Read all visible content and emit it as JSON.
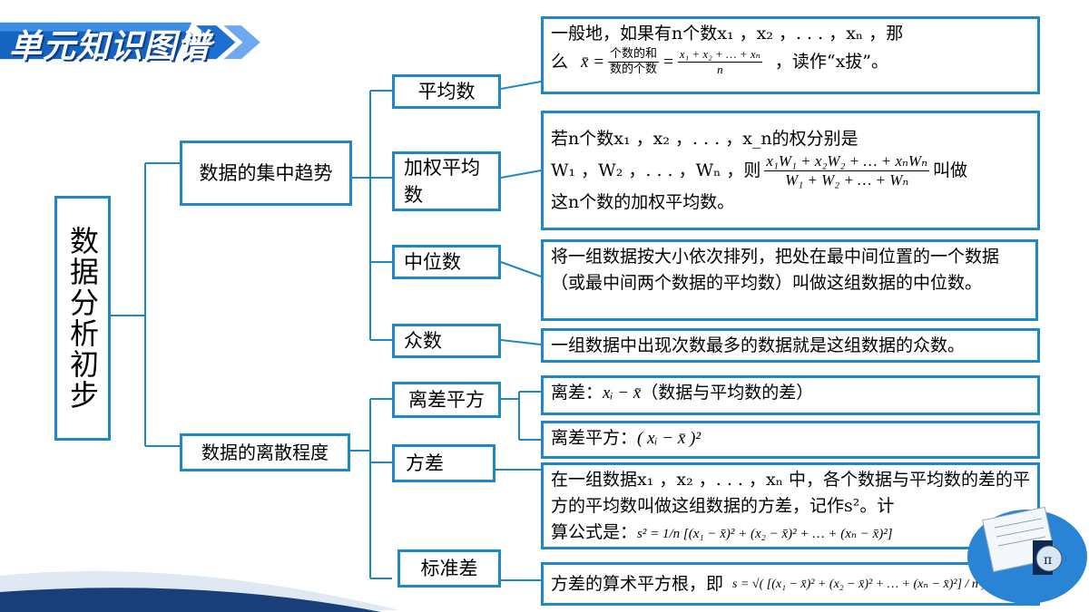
{
  "header": {
    "title": "单元知识图谱",
    "accent": "#1f87c9",
    "banner_color": "#1565c0"
  },
  "root": {
    "label": "数据分析初步"
  },
  "groups": [
    {
      "label": "数据的集中趋势"
    },
    {
      "label": "数据的离散程度"
    }
  ],
  "topics": {
    "mean": "平均数",
    "weighted": "加权平均数",
    "median": "中位数",
    "mode": "众数",
    "dev_sq": "离差平方",
    "variance": "方差",
    "stddev": "标准差"
  },
  "details": {
    "mean_line1": "一般地，如果有n个数x₁ ，x₂ ，. . . ，xₙ ，那",
    "mean_line2_pre": "么",
    "mean_frac1_num": "个数的和",
    "mean_frac1_den": "数的个数",
    "mean_frac2_num": "x₁ + x₂ + … + xₙ",
    "mean_frac2_den": "n",
    "mean_line2_post": "，读作“x拔”。",
    "weighted_line1": "若n个数x₁ ，x₂ ，. . . ，x_n的权分别是",
    "weighted_line2_pre": "W₁ ，W₂ ，. . . ，Wₙ ，则",
    "weighted_frac_num": "x₁W₁ + x₂W₂ + … + xₙWₙ",
    "weighted_frac_den": "W₁ + W₂ + … + Wₙ",
    "weighted_line2_post": "叫做",
    "weighted_line3": "这n个数的加权平均数。",
    "median_text": "将一组数据按大小依次排列，把处在最中间位置的一个数据（或最中间两个数据的平均数）叫做这组数据的中位数。",
    "mode_text": "一组数据中出现次数最多的数据就是这组数据的众数。",
    "dev_pre": "离差：",
    "dev_formula": "xᵢ − x̄",
    "dev_post": "（数据与平均数的差）",
    "devsq_pre": "离差平方：",
    "devsq_formula": "( xᵢ − x̄ )²",
    "variance_line": "在一组数据x₁ ，x₂ ，. . . ，xₙ 中，各个数据与平均数的差的平方的平均数叫做这组数据的方差，记作s²。计",
    "variance_pre": "算公式是：",
    "variance_formula": "s² = 1/n [(x₁ − x̄)² + (x₂ − x̄)² + … + (xₙ − x̄)²]",
    "stddev_pre": "方差的算术平方根，即",
    "stddev_formula": "s = √( [(x₁ − x̄)² + (x₂ − x̄)² + … + (xₙ − x̄)²] / n )"
  }
}
